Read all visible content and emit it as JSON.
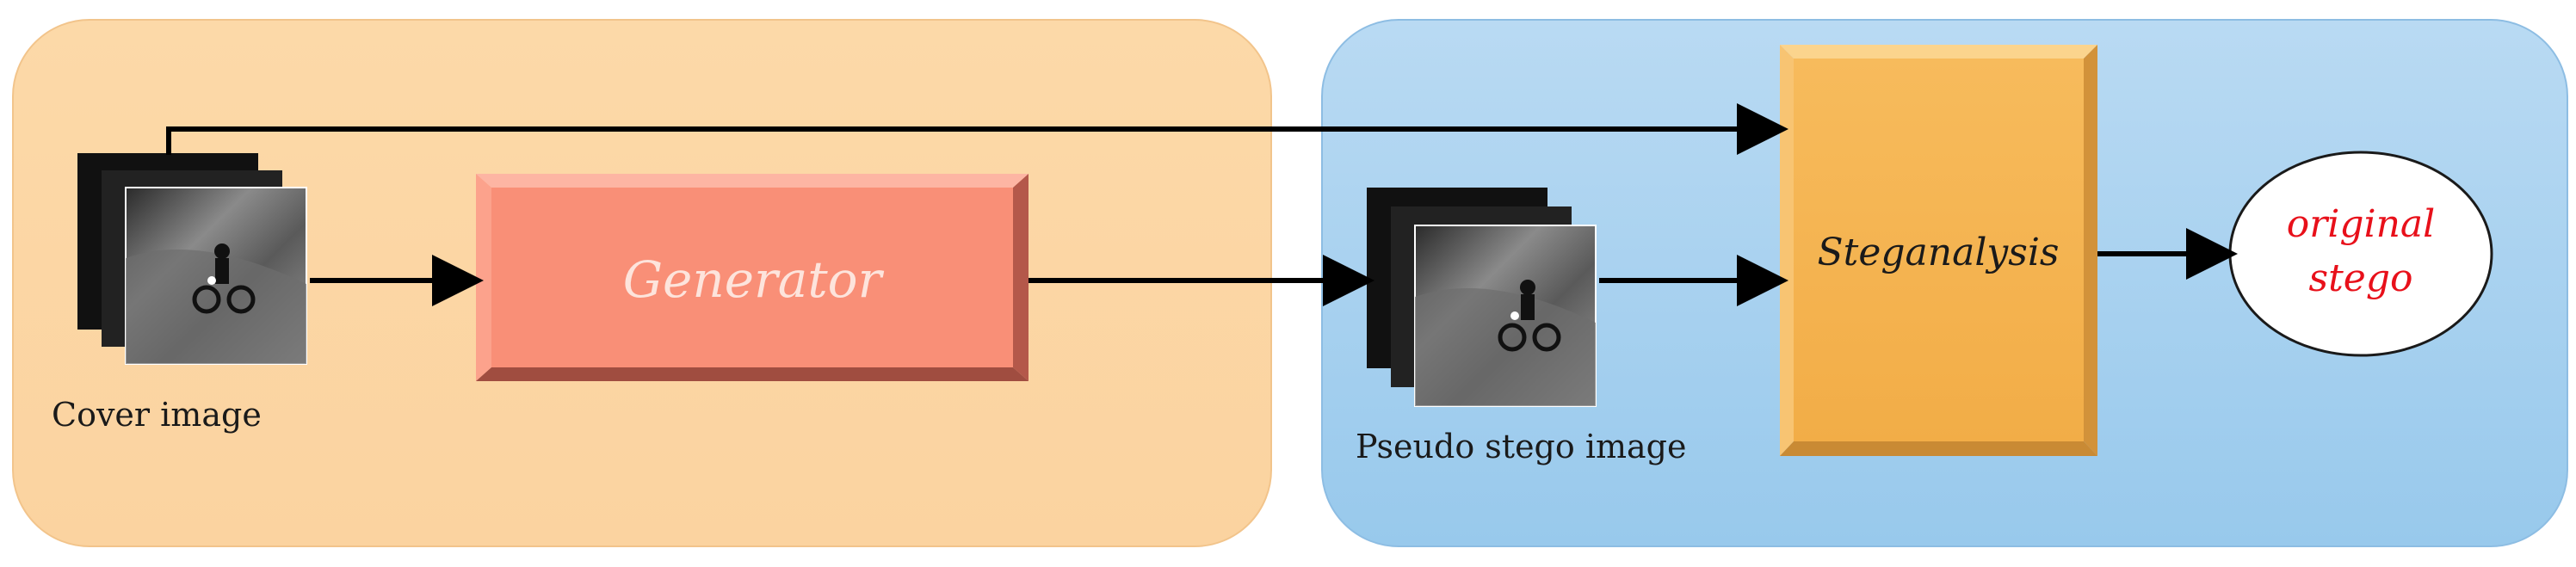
{
  "nodes": {
    "generator": "Generator",
    "steganalysis": "Steganalysis",
    "output_line1": "original",
    "output_line2": "stego"
  },
  "labels": {
    "cover_image": "Cover image",
    "pseudo_stego_image": "Pseudo stego image"
  },
  "colors": {
    "left_panel": "#fbd3a0",
    "right_panel": "#a6d0ef",
    "generator_fill": "#f98f77",
    "steganalysis_fill": "#f5b556",
    "output_text": "#e8101a",
    "arrow": "#000000"
  }
}
